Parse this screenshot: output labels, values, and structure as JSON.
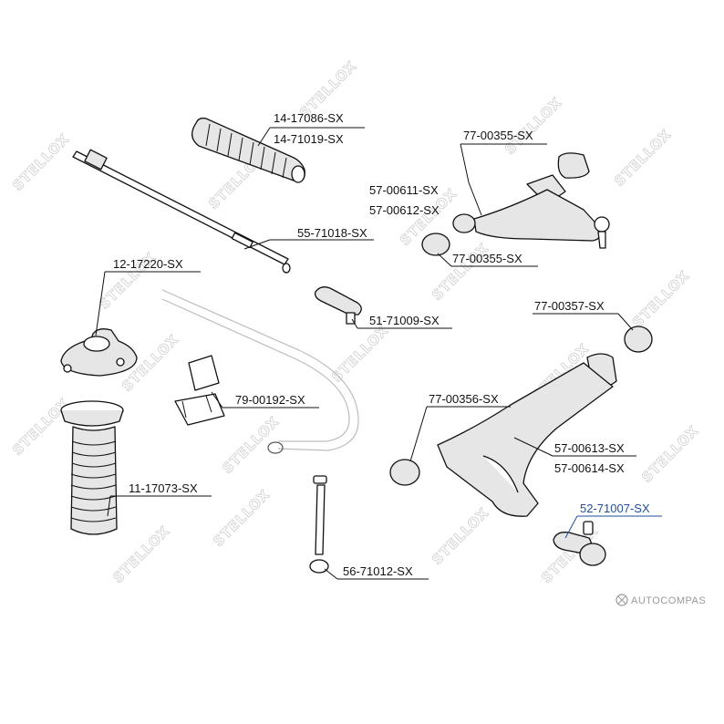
{
  "watermark": {
    "text": "STELLOX",
    "brand_icon": "stellox-s-logo-icon"
  },
  "labels": {
    "p14_17086": "14-17086-SX",
    "p14_71019": "14-71019-SX",
    "p55_71018": "55-71018-SX",
    "p12_17220": "12-17220-SX",
    "p51_71009": "51-71009-SX",
    "p79_00192": "79-00192-SX",
    "p11_17073": "11-17073-SX",
    "p56_71012": "56-71012-SX",
    "p77_00355_top": "77-00355-SX",
    "p57_00611": "57-00611-SX",
    "p57_00612": "57-00612-SX",
    "p77_00355_bottom": "77-00355-SX",
    "p77_00357": "77-00357-SX",
    "p77_00356": "77-00356-SX",
    "p57_00613": "57-00613-SX",
    "p57_00614": "57-00614-SX",
    "p52_71007": "52-71007-SX"
  },
  "footer": {
    "text": "AUTOCOMPAS",
    "icon": "autocompas-logo-icon"
  },
  "colors": {
    "highlight_label": "#1f4f9e",
    "line": "#111111",
    "watermark": "#cfcfcf"
  }
}
